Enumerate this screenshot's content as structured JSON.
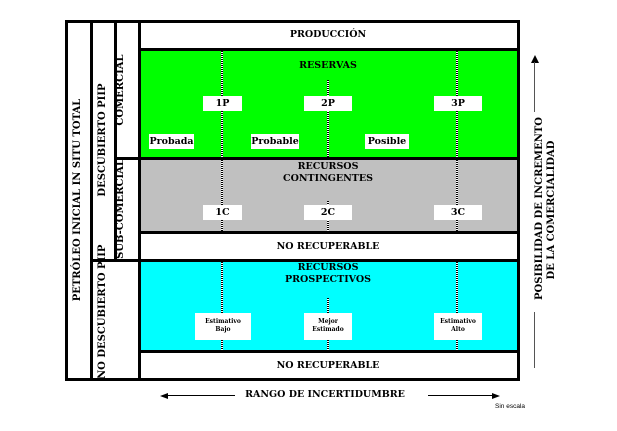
{
  "left_labels": {
    "total": "PETRÓLEO INICIAL IN SITU TOTAL",
    "discovered": "DESCUBIERTO PIIP",
    "undiscovered": "NO DESCUBIERTO PIIP",
    "commercial": "COMERCIAL",
    "sub_commercial": "SUB-COMERCIAL"
  },
  "zones": {
    "production": {
      "title": "PRODUCCIÓN",
      "color": "#ffffff"
    },
    "reserves": {
      "title": "RESERVAS",
      "color": "#00ff00",
      "markers": [
        "1P",
        "2P",
        "3P"
      ],
      "categories": [
        "Probada",
        "Probable",
        "Posible"
      ]
    },
    "contingent": {
      "title_line1": "RECURSOS",
      "title_line2": "CONTINGENTES",
      "color": "#c0c0c0",
      "markers": [
        "1C",
        "2C",
        "3C"
      ]
    },
    "unrecoverable_1": {
      "title": "NO RECUPERABLE",
      "color": "#ffffff"
    },
    "prospective": {
      "title_line1": "RECURSOS",
      "title_line2": "PROSPECTIVOS",
      "color": "#00ffff",
      "estimates": [
        {
          "line1": "Estimativo",
          "line2": "Bajo"
        },
        {
          "line1": "Mejor",
          "line2": "Estimado"
        },
        {
          "line1": "Estimativo",
          "line2": "Alto"
        }
      ]
    },
    "unrecoverable_2": {
      "title": "NO RECUPERABLE",
      "color": "#ffffff"
    }
  },
  "right_axis": {
    "line1": "POSIBILIDAD DE INCREMENTO",
    "line2": "DE LA COMERCIALIDAD"
  },
  "bottom_axis": {
    "label": "RANGO DE INCERTIDUMBRE",
    "note": "Sin escala"
  }
}
